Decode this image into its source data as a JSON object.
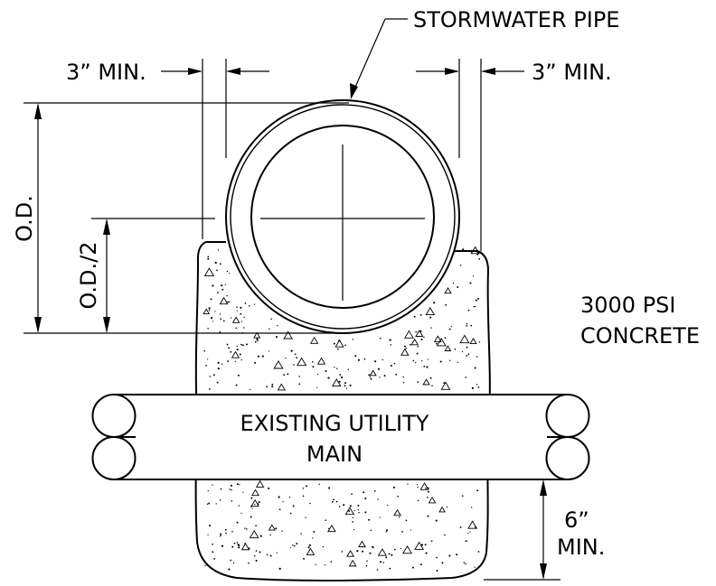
{
  "labels": {
    "stormwater_pipe": "STORMWATER PIPE",
    "min_left": "3” MIN.",
    "min_right": "3” MIN.",
    "od": "O.D.",
    "od_half": "O.D./2",
    "concrete_line1": "3000 PSI",
    "concrete_line2": "CONCRETE",
    "utility_line1": "EXISTING UTILITY",
    "utility_line2": "MAIN",
    "six_min_line1": "6”",
    "six_min_line2": "MIN."
  }
}
